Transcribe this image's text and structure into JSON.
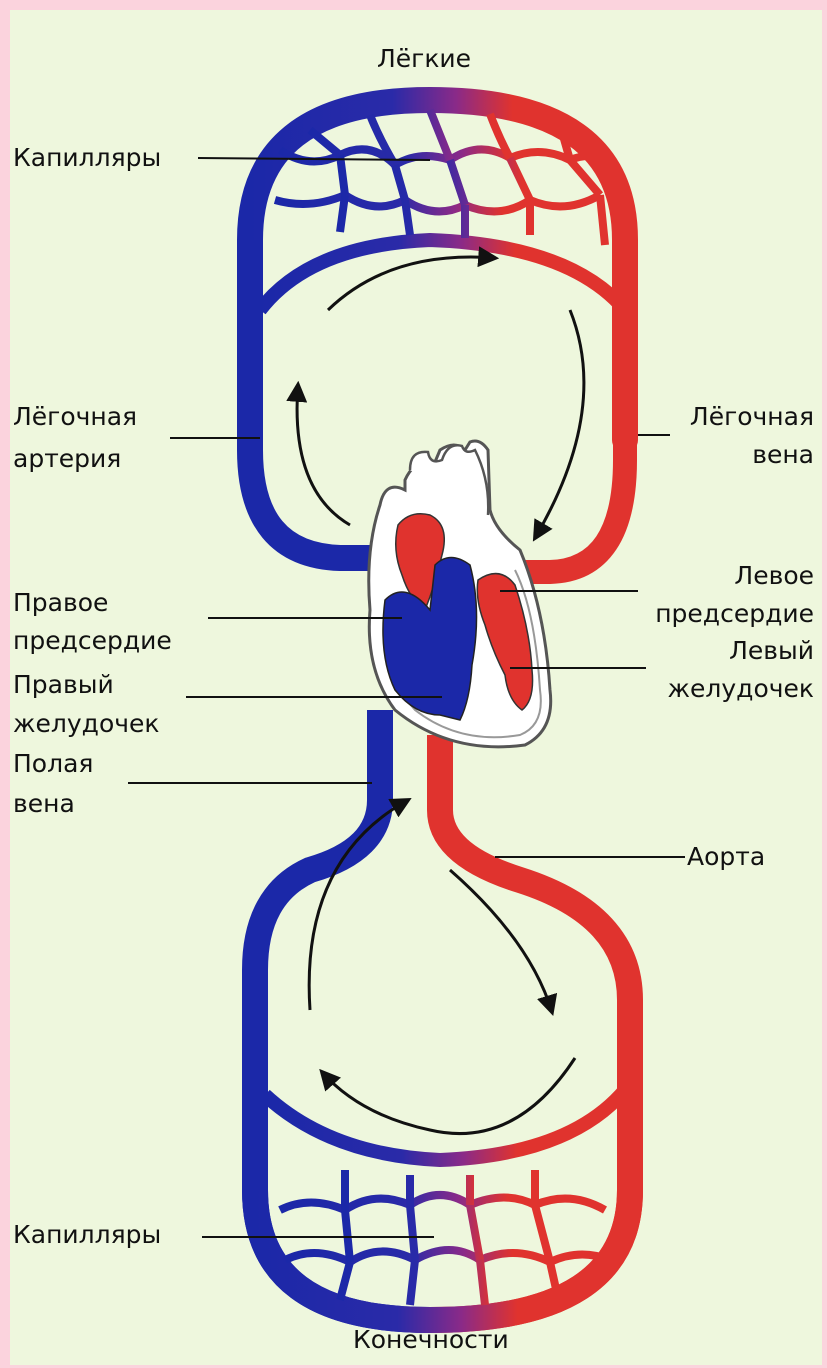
{
  "title_top": "Лёгкие",
  "title_bottom": "Конечности",
  "labels": {
    "capillaries_top": "Капилляры",
    "pulmonary_artery": [
      "Лёгочная",
      "артерия"
    ],
    "pulmonary_vein": [
      "Лёгочная",
      "вена"
    ],
    "right_atrium": [
      "Правое",
      "предсердие"
    ],
    "left_atrium": [
      "Левое",
      "предсердие"
    ],
    "right_ventricle": [
      "Правый",
      "желудочек"
    ],
    "left_ventricle": [
      "Левый",
      "желудочек"
    ],
    "vena_cava": [
      "Полая",
      "вена"
    ],
    "aorta": "Аорта",
    "capillaries_bottom": "Капилляры"
  },
  "colors": {
    "background": "#eef7dd",
    "border": "#fbd3dd",
    "venous": "#1b28a8",
    "arterial": "#e0332e",
    "mixed": "#7a2a8a",
    "arrow": "#111111"
  }
}
